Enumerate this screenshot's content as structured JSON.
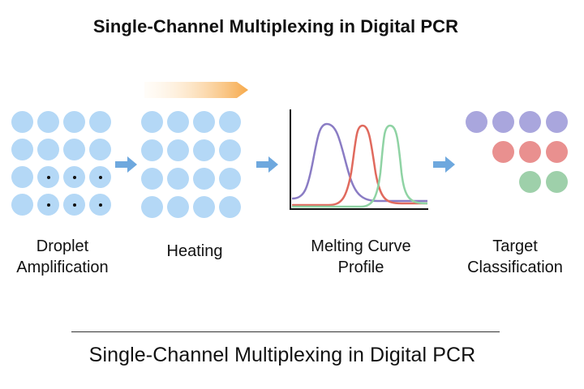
{
  "title_top": "Single-Channel Multiplexing in Digital PCR",
  "title_bottom": "Single-Channel Multiplexing in Digital PCR",
  "stages": [
    {
      "line1": "Droplet",
      "line2": "Amplification"
    },
    {
      "line1": "Heating",
      "line2": ""
    },
    {
      "line1": "Melting Curve",
      "line2": "Profile"
    },
    {
      "line1": "Target",
      "line2": "Classification"
    }
  ],
  "colors": {
    "droplet": "#b4d8f6",
    "arrow": "#6ea8de",
    "heat_start": "#fff3e0",
    "heat_end": "#f6a94a",
    "curve_purple": "#8a7cc4",
    "curve_red": "#e06a5e",
    "curve_green": "#8fd3a4",
    "class_purple": "#a9a6dd",
    "class_red": "#e9908f",
    "class_green": "#9ed0aa"
  },
  "droplet_grid": {
    "rows": 4,
    "cols": 4,
    "positive": [
      [
        2,
        1
      ],
      [
        2,
        2
      ],
      [
        2,
        3
      ],
      [
        3,
        1
      ],
      [
        3,
        2
      ],
      [
        3,
        3
      ]
    ]
  },
  "classification": {
    "purple": 4,
    "red": 3,
    "green": 2
  }
}
